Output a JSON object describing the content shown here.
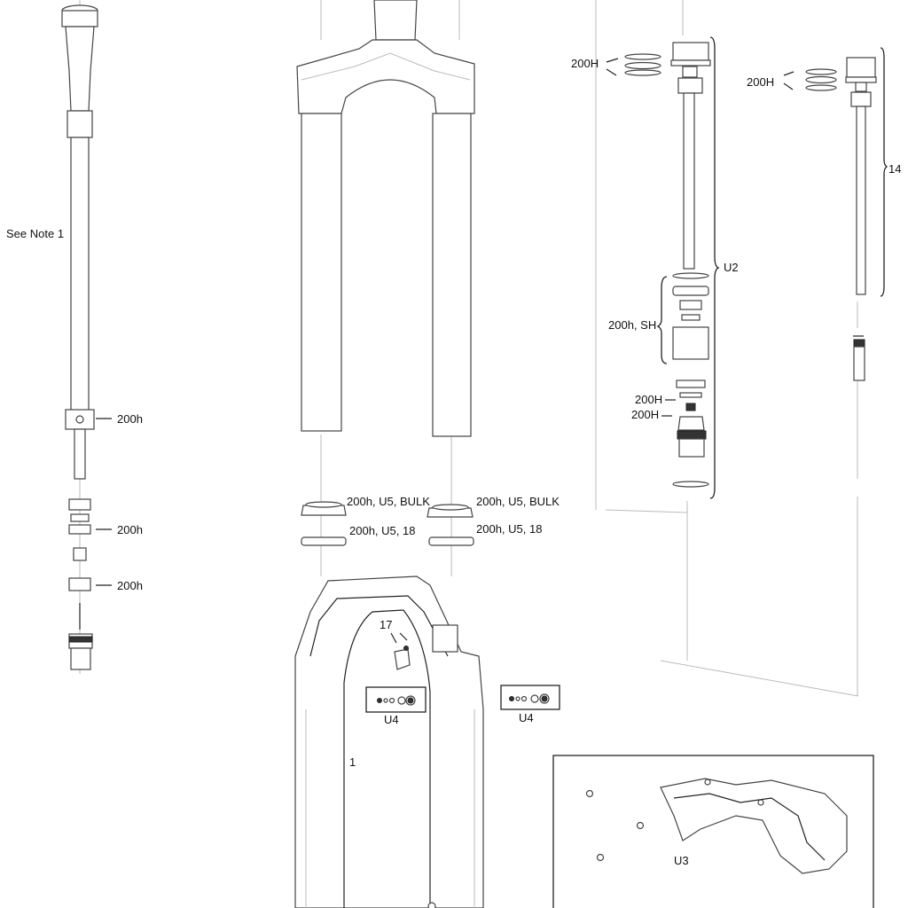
{
  "diagram": {
    "left_cartridge": {
      "note": "See Note 1",
      "callouts": [
        "200h",
        "200h",
        "200h"
      ]
    },
    "seals": {
      "left_upper": "200h, U5, BULK",
      "left_lower": "200h, U5, 18",
      "right_upper": "200h, U5, BULK",
      "right_lower": "200h, U5, 18"
    },
    "lower_leg": {
      "part_number": "1",
      "bolt_callout": "17",
      "kit_left": "U4",
      "kit_right": "U4"
    },
    "damper_u2": {
      "label": "U2",
      "top_seals": "200H",
      "mid_group": "200h, SH",
      "lower_1": "200H",
      "lower_2": "200H"
    },
    "spring_14": {
      "label": "14",
      "top_seals": "200H"
    },
    "fender_box": {
      "label": "U3"
    }
  }
}
